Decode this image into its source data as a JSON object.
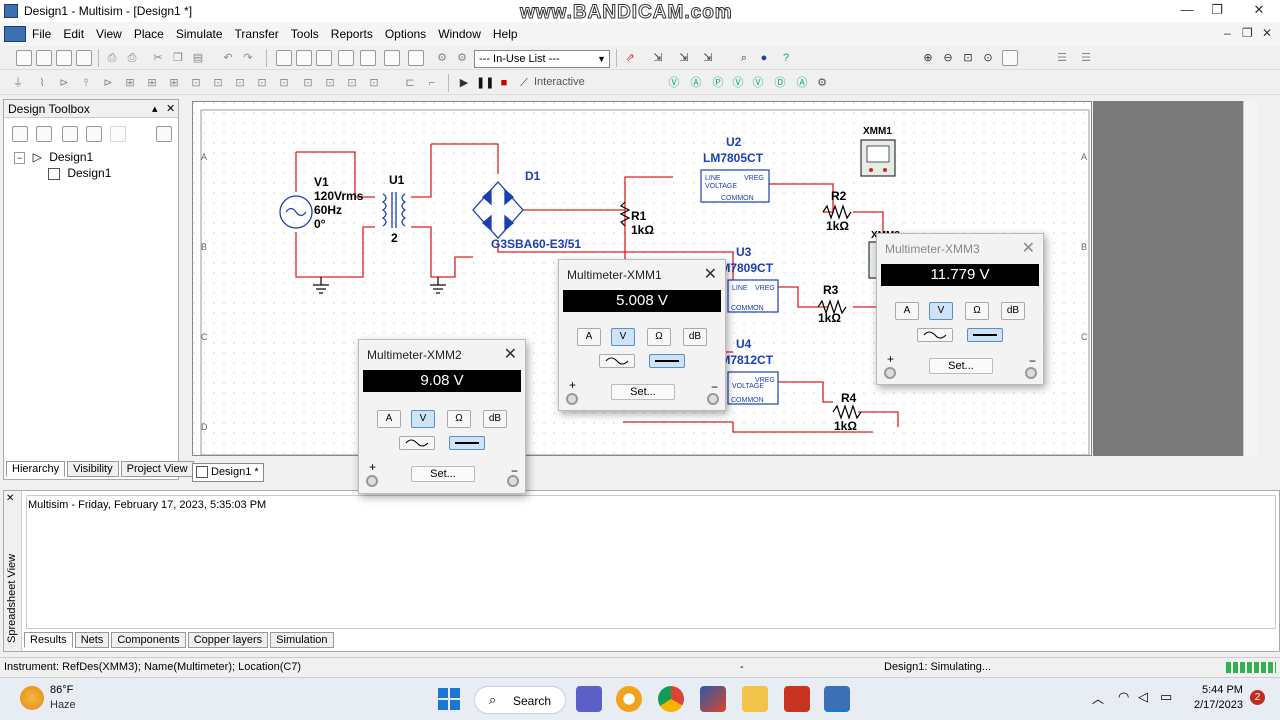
{
  "window": {
    "title": "Design1 - Multisim - [Design1 *]"
  },
  "watermark": "www.BANDICAM.com",
  "menu": [
    "File",
    "Edit",
    "View",
    "Place",
    "Simulate",
    "Transfer",
    "Tools",
    "Reports",
    "Options",
    "Window",
    "Help"
  ],
  "toolbar": {
    "in_use_list": "--- In-Use List ---",
    "interactive_label": "Interactive"
  },
  "toolbox": {
    "title": "Design Toolbox",
    "tree_root": "Design1",
    "tree_child": "Design1",
    "tabs": [
      "Hierarchy",
      "Visibility",
      "Project View"
    ]
  },
  "schematic": {
    "tab_label": "Design1 *",
    "border_letters": [
      "A",
      "B",
      "C",
      "D"
    ],
    "components": {
      "v1": {
        "name": "V1",
        "line1": "120Vrms",
        "line2": "60Hz",
        "line3": "0°"
      },
      "u1": {
        "name": "U1",
        "pin": "2"
      },
      "d1": {
        "name": "D1",
        "part": "G3SBA60-E3/51"
      },
      "r1": {
        "name": "R1",
        "value": "1kΩ"
      },
      "u2": {
        "name": "U2",
        "part": "LM7805CT"
      },
      "u3": {
        "name": "U3",
        "part": "LM7809CT"
      },
      "u4": {
        "name": "U4",
        "part": "LM7812CT"
      },
      "r2": {
        "name": "R2",
        "value": "1kΩ"
      },
      "r3": {
        "name": "R3",
        "value": "1kΩ"
      },
      "r4": {
        "name": "R4",
        "value": "1kΩ"
      },
      "xmm1": {
        "name": "XMM1"
      },
      "xmm2": {
        "name": "XMM2"
      },
      "reg_labels": {
        "line": "LINE",
        "voltage": "VOLTAGE",
        "vreg": "VREG",
        "common": "COMMON"
      }
    }
  },
  "meters": [
    {
      "title": "Multimeter-XMM1",
      "reading": "5.008 V"
    },
    {
      "title": "Multimeter-XMM2",
      "reading": "9.08 V"
    },
    {
      "title": "Multimeter-XMM3",
      "reading": "11.779 V"
    }
  ],
  "meter_buttons": {
    "a": "A",
    "v": "V",
    "ohm": "Ω",
    "db": "dB",
    "set": "Set...",
    "plus": "+",
    "minus": "−"
  },
  "spreadsheet": {
    "side_label": "Spreadsheet View",
    "message": "Multisim  -  Friday, February 17, 2023, 5:35:03 PM",
    "tabs": [
      "Results",
      "Nets",
      "Components",
      "Copper layers",
      "Simulation"
    ]
  },
  "status": {
    "left": "Instrument: RefDes(XMM3); Name(Multimeter); Location(C7)",
    "mid": "-",
    "right": "Design1: Simulating..."
  },
  "taskbar": {
    "weather_temp": "86°F",
    "weather_cond": "Haze",
    "search": "Search",
    "time": "5:44 PM",
    "date": "2/17/2023",
    "notif_count": "2"
  },
  "colors": {
    "wire": "#d22",
    "component": "#1a3fb0",
    "display_bg": "#000000"
  }
}
